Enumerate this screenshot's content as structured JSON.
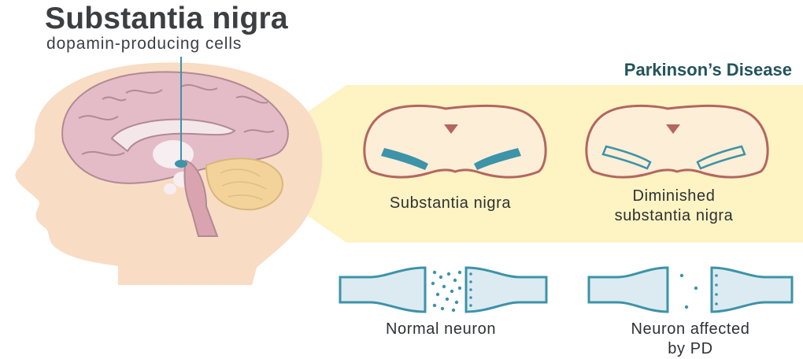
{
  "title": "Substantia nigra",
  "subtitle": "dopamin-producing cells",
  "disease_title": "Parkinson’s Disease",
  "labels": {
    "healthy_midbrain": "Substantia nigra",
    "diminished_midbrain_line1": "Diminished",
    "diminished_midbrain_line2": "substantia nigra",
    "normal_neuron": "Normal neuron",
    "affected_neuron_line1": "Neuron affected",
    "affected_neuron_line2": "by PD"
  },
  "colors": {
    "skin": "#f9dcc4",
    "panel": "#fdf3c3",
    "brain": "#e4bcc7",
    "brain_line": "#b08a94",
    "cerebellum": "#f3d39a",
    "nigra": "#3d93a8",
    "neuron_fill": "#dcebf1",
    "neuron_line": "#3d93a8",
    "disease_title": "#23545a"
  }
}
